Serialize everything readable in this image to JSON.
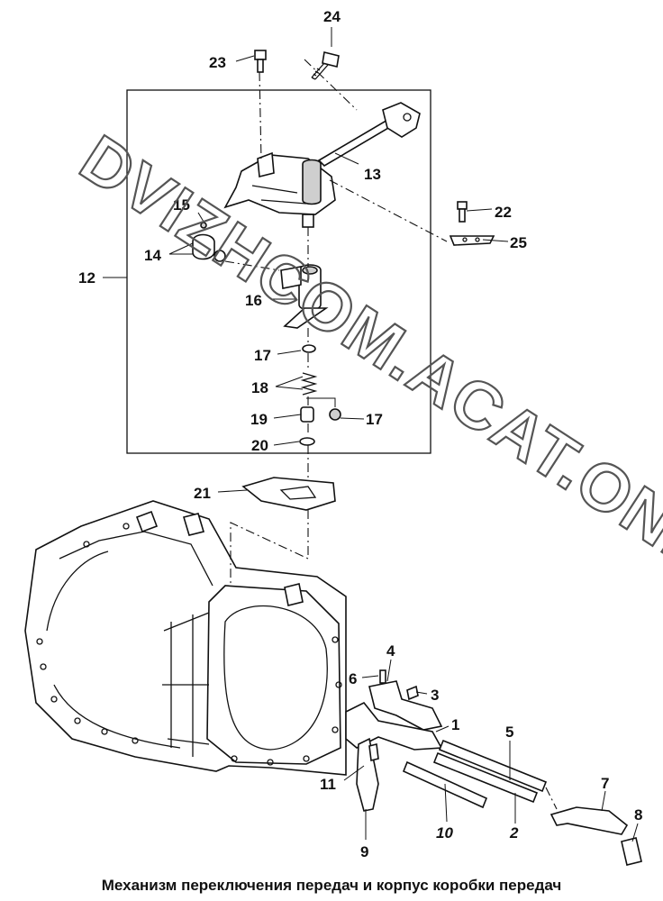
{
  "diagram": {
    "callouts": [
      {
        "id": "24",
        "text": "24",
        "italic": false
      },
      {
        "id": "23",
        "text": "23",
        "italic": false
      },
      {
        "id": "13",
        "text": "13",
        "italic": false
      },
      {
        "id": "15",
        "text": "15",
        "italic": false
      },
      {
        "id": "14",
        "text": "14",
        "italic": false
      },
      {
        "id": "22",
        "text": "22",
        "italic": false
      },
      {
        "id": "25",
        "text": "25",
        "italic": false
      },
      {
        "id": "12",
        "text": "12",
        "italic": false
      },
      {
        "id": "16",
        "text": "16",
        "italic": false
      },
      {
        "id": "17a",
        "text": "17",
        "italic": false
      },
      {
        "id": "18",
        "text": "18",
        "italic": false
      },
      {
        "id": "19",
        "text": "19",
        "italic": false
      },
      {
        "id": "17b",
        "text": "17",
        "italic": false
      },
      {
        "id": "20",
        "text": "20",
        "italic": false
      },
      {
        "id": "21",
        "text": "21",
        "italic": false
      },
      {
        "id": "4",
        "text": "4",
        "italic": false
      },
      {
        "id": "6",
        "text": "6",
        "italic": false
      },
      {
        "id": "3",
        "text": "3",
        "italic": false
      },
      {
        "id": "1",
        "text": "1",
        "italic": false
      },
      {
        "id": "5",
        "text": "5",
        "italic": false
      },
      {
        "id": "11",
        "text": "11",
        "italic": false
      },
      {
        "id": "7",
        "text": "7",
        "italic": false
      },
      {
        "id": "8",
        "text": "8",
        "italic": false
      },
      {
        "id": "10",
        "text": "10",
        "italic": true
      },
      {
        "id": "2",
        "text": "2",
        "italic": true
      },
      {
        "id": "9",
        "text": "9",
        "italic": false
      }
    ],
    "caption": "Механизм переключения передач и корпус коробки передач",
    "watermark": "DVIZHCOM.ACAT.ONLINE"
  }
}
